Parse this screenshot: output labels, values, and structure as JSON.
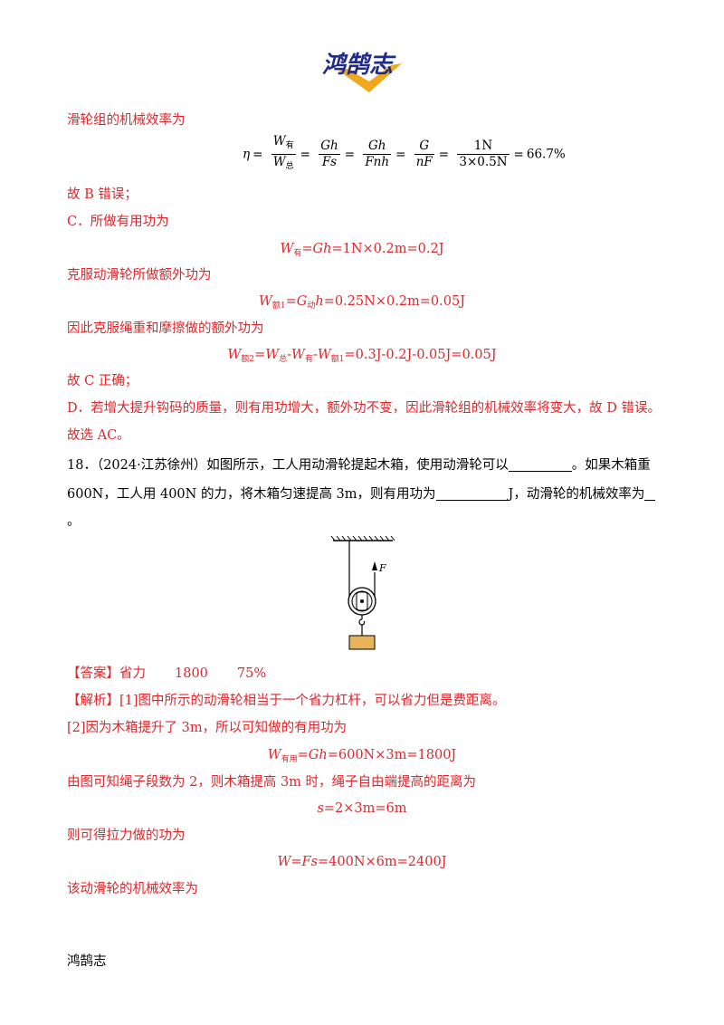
{
  "logo": {
    "text": "鸿鹄志",
    "primary_color": "#1f2a8c",
    "accent_color": "#f0a81c"
  },
  "lines": {
    "l1": "滑轮组的机械效率为",
    "eq1": {
      "eta": "η",
      "f1_num": "W",
      "f1_num_sub": "有",
      "f1_den": "W",
      "f1_den_sub": "总",
      "f2_num": "Gh",
      "f2_den": "Fs",
      "f3_num": "Gh",
      "f3_den": "Fnh",
      "f4_num": "G",
      "f4_den": "nF",
      "f5_num": "1N",
      "f5_den": "3×0.5N",
      "result": "66.7%"
    },
    "l2": "故 B 错误；",
    "l3": "C．所做有用功为",
    "eq2": {
      "w": "W",
      "sub": "有",
      "rest_italic": "=Gh",
      "rest": "=1N×0.2m=0.2J"
    },
    "l4": "克服动滑轮所做额外功为",
    "eq3": {
      "w": "W",
      "sub": "额1",
      "mid": "=G",
      "sub2": "动",
      "h": "h",
      "rest": "=0.25N×0.2m=0.05J"
    },
    "l5": "因此克服绳重和摩擦做的额外功为",
    "eq4": {
      "w": "W",
      "sub": "额2",
      "w2": "=W",
      "sub2": "总",
      "w3": "-W",
      "sub3": "有",
      "w4": "-W",
      "sub4": "额1",
      "rest": "=0.3J-0.2J-0.05J=0.05J"
    },
    "l6": "故 C 正确；",
    "l7": "D．若增大提升钩码的质量，则有用功增大，额外功不变，因此滑轮组的机械效率将变大，故 D 错误。",
    "l8": "故选 AC。",
    "q18_a": "18．（2024·江苏徐州）如图所示，工人用动滑轮提起木箱，使用动滑轮可以",
    "q18_b": "。如果木箱重",
    "q18_c": "600N，工人用 400N 的力，将木箱匀速提高 3m，则有用功为",
    "q18_d": "J，动滑轮的机械效率为",
    "q18_e": "。",
    "figure_label": "F",
    "answer_tag": "【答案】",
    "answer_1": "省力",
    "answer_2": "1800",
    "answer_3": "75%",
    "analysis_tag": "【解析】",
    "analysis_1": "[1]图中所示的动滑轮相当于一个省力杠杆，可以省力但是费距离。",
    "analysis_2": "[2]因为木箱提升了 3m，所以可知做的有用功为",
    "eq5": {
      "w": "W",
      "sub": "有用",
      "mid": "=Gh",
      "rest": "=600N×3m=1800J"
    },
    "analysis_3": "由图可知绳子段数为 2，则木箱提高 3m 时，绳子自由端提高的距离为",
    "eq6": {
      "s": "s",
      "rest": "=2×3m=6m"
    },
    "analysis_4": "则可得拉力做的功为",
    "eq7": {
      "w": "W",
      "mid": "=Fs",
      "rest": "=400N×6m=2400J"
    },
    "analysis_5": "该动滑轮的机械效率为"
  },
  "footer": "鸿鹄志"
}
